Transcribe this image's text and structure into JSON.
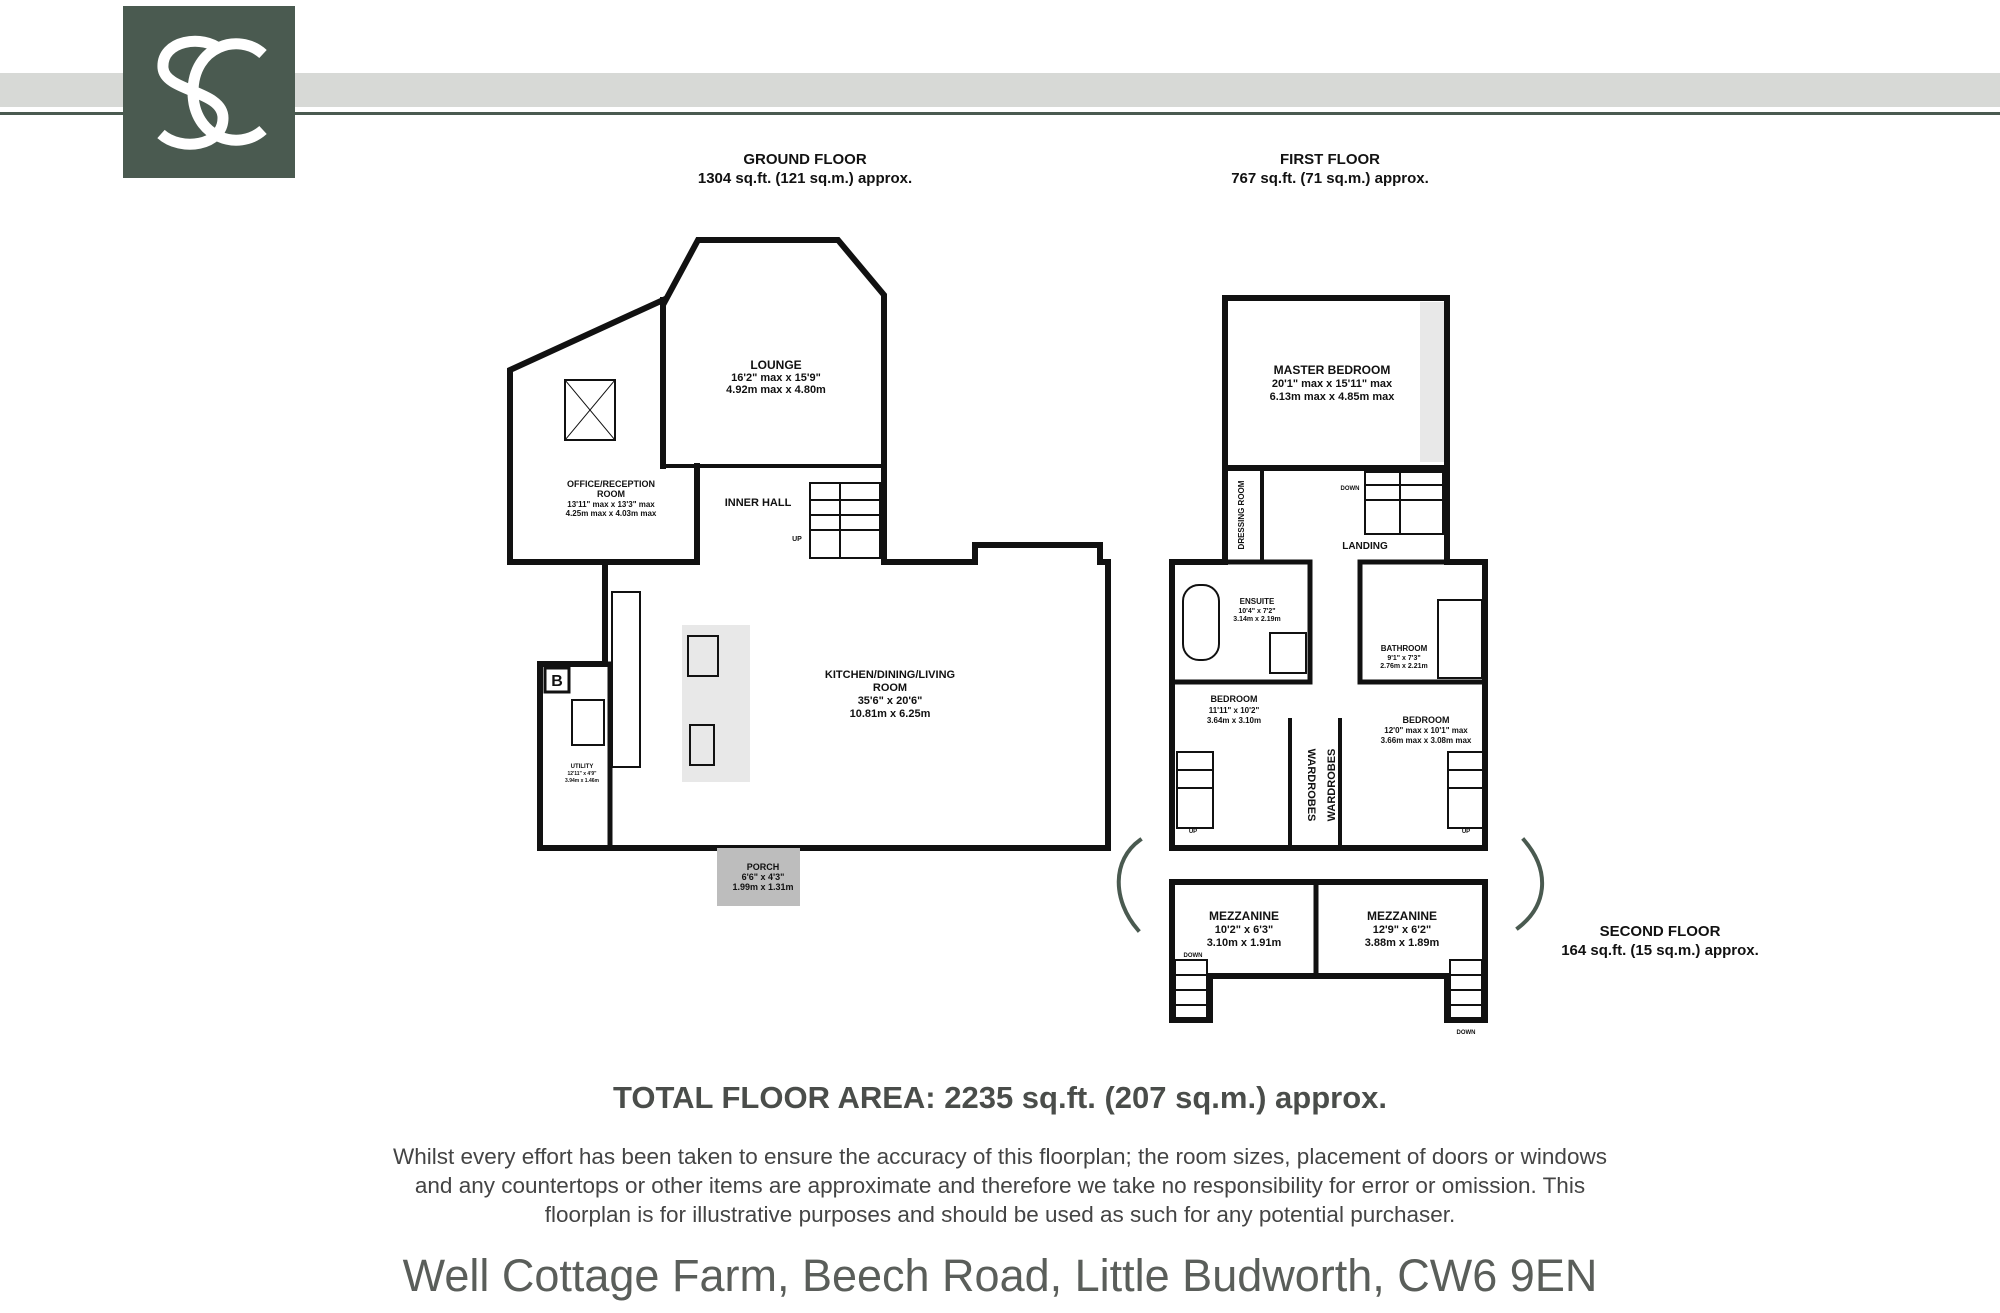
{
  "logo": {
    "text": "SC",
    "color": "#4a5a50"
  },
  "colors": {
    "wall": "#111111",
    "accent": "#4a5a50",
    "band": "#d7d9d6",
    "fill_grey": "#e8e8e8",
    "porch": "#bdbdbd"
  },
  "floors": {
    "ground": {
      "title": "GROUND FLOOR",
      "area": "1304 sq.ft. (121 sq.m.) approx."
    },
    "first": {
      "title": "FIRST FLOOR",
      "area": "767 sq.ft. (71 sq.m.) approx."
    },
    "second": {
      "title": "SECOND FLOOR",
      "area": "164 sq.ft. (15 sq.m.) approx."
    }
  },
  "rooms": {
    "lounge": {
      "name": "LOUNGE",
      "dim_imperial": "16'2\" max x 15'9\"",
      "dim_metric": "4.92m max x 4.80m"
    },
    "office": {
      "name1": "OFFICE/RECEPTION",
      "name2": "ROOM",
      "dim_imperial": "13'11\" max x 13'3\" max",
      "dim_metric": "4.25m max x 4.03m max"
    },
    "inner_hall": {
      "name": "INNER HALL"
    },
    "kitchen": {
      "name1": "KITCHEN/DINING/LIVING",
      "name2": "ROOM",
      "dim_imperial": "35'6\" x 20'6\"",
      "dim_metric": "10.81m x 6.25m"
    },
    "utility": {
      "name": "UTILITY",
      "dim_imperial": "12'11\" x 4'9\"",
      "dim_metric": "3.94m x 1.46m"
    },
    "porch": {
      "name": "PORCH",
      "dim_imperial": "6'6\" x 4'3\"",
      "dim_metric": "1.99m x 1.31m"
    },
    "master": {
      "name": "MASTER BEDROOM",
      "dim_imperial": "20'1\" max x 15'11\" max",
      "dim_metric": "6.13m max x 4.85m max"
    },
    "dressing": {
      "name": "DRESSING ROOM"
    },
    "landing": {
      "name": "LANDING"
    },
    "ensuite": {
      "name": "ENSUITE",
      "dim_imperial": "10'4\" x 7'2\"",
      "dim_metric": "3.14m x 2.19m"
    },
    "bathroom": {
      "name": "BATHROOM",
      "dim_imperial": "9'1\" x 7'3\"",
      "dim_metric": "2.76m x 2.21m"
    },
    "bedroom2": {
      "name": "BEDROOM",
      "dim_imperial": "11'11\" x 10'2\"",
      "dim_metric": "3.64m x 3.10m"
    },
    "bedroom3": {
      "name": "BEDROOM",
      "dim_imperial": "12'0\" max x 10'1\" max",
      "dim_metric": "3.66m max x 3.08m max"
    },
    "wardrobes": {
      "name": "WARDROBES"
    },
    "mezz1": {
      "name": "MEZZANINE",
      "dim_imperial": "10'2\" x 6'3\"",
      "dim_metric": "3.10m x 1.91m"
    },
    "mezz2": {
      "name": "MEZZANINE",
      "dim_imperial": "12'9\" x 6'2\"",
      "dim_metric": "3.88m x 1.89m"
    }
  },
  "labels": {
    "up": "UP",
    "down": "DOWN",
    "boiler": "B"
  },
  "total": "TOTAL FLOOR AREA: 2235 sq.ft. (207 sq.m.) approx.",
  "disclaimer": "Whilst every effort has been taken to ensure the accuracy of this floorplan; the room sizes, placement of doors or windows and any countertops or other items are approximate and therefore we take no responsibility for error or omission. This floorplan is for illustrative purposes and should be used as such for any potential purchaser.",
  "address": "Well Cottage Farm, Beech Road, Little Budworth, CW6 9EN"
}
